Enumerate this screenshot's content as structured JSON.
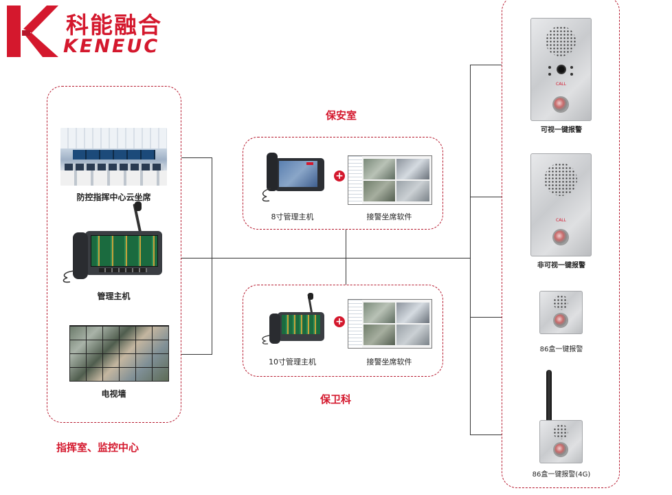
{
  "brand": {
    "name_cn": "科能融合",
    "name_en": "KENEUC",
    "color": "#d4182d"
  },
  "left_group": {
    "title": "指挥室、监控中心",
    "items": [
      {
        "label": "防控指挥中心云坐席"
      },
      {
        "label": "管理主机"
      },
      {
        "label": "电视墙"
      }
    ]
  },
  "center_top": {
    "title": "保安室",
    "items": [
      {
        "label": "8寸管理主机"
      },
      {
        "label": "接警坐席软件"
      }
    ]
  },
  "center_bottom": {
    "title": "保卫科",
    "items": [
      {
        "label": "10寸管理主机"
      },
      {
        "label": "接警坐席软件"
      }
    ]
  },
  "right_group": {
    "items": [
      {
        "label": "可视一键报警",
        "panel_text": "CALL"
      },
      {
        "label": "非可视一键报警",
        "panel_text": "CALL"
      },
      {
        "label": "86盒一键报警"
      },
      {
        "label": "86盒一键报警(4G)"
      }
    ]
  },
  "colors": {
    "accent": "#d4182d",
    "line": "#333333"
  },
  "icons": [
    "plus-icon",
    "antenna-icon",
    "speaker-grille-icon",
    "camera-lens-icon",
    "call-button-icon"
  ]
}
